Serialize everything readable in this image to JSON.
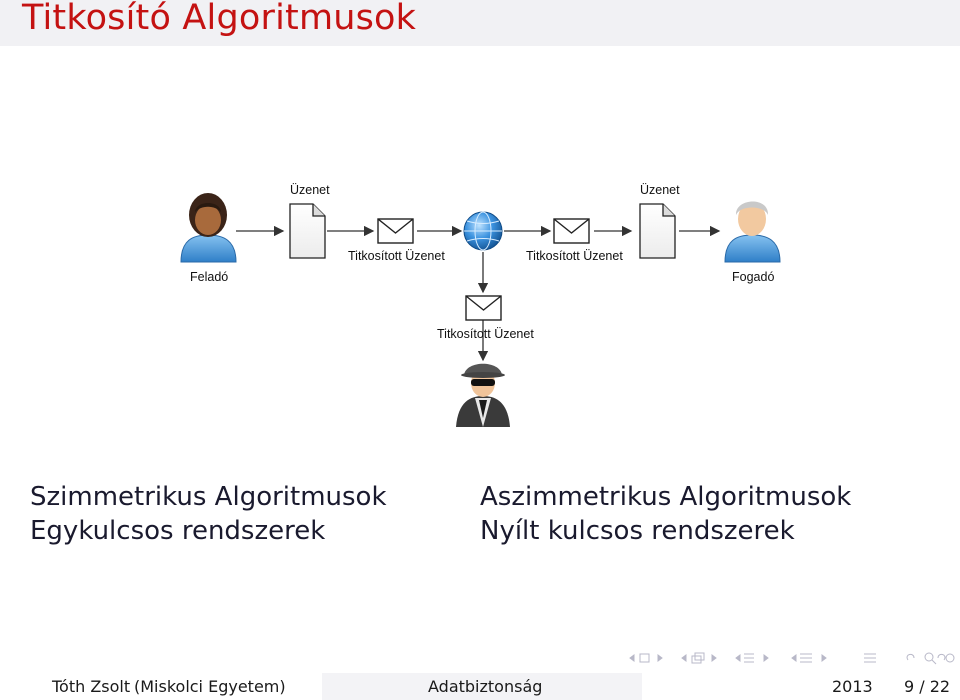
{
  "slide": {
    "title": "Titkosító Algoritmusok"
  },
  "diagram": {
    "sender_label": "Feladó",
    "receiver_label": "Fogadó",
    "message_left_label": "Üzenet",
    "message_right_label": "Üzenet",
    "encrypted_left_label": "Titkosított Üzenet",
    "encrypted_right_label": "Titkosított Üzenet",
    "encrypted_intercepted_label": "Titkosított Üzenet"
  },
  "columns": {
    "left": {
      "line1": "Szimmetrikus Algoritmusok",
      "line2": "Egykulcsos rendszerek"
    },
    "right": {
      "line1": "Aszimmetrikus Algoritmusok",
      "line2": "Nyílt kulcsos rendszerek"
    }
  },
  "footer": {
    "author": "Tóth Zsolt",
    "institution": "(Miskolci Egyetem)",
    "course": "Adatbiztonság",
    "year": "2013",
    "page": "9 / 22"
  },
  "colors": {
    "title": "#c41212",
    "arrow": "#333333",
    "globe": "#2a7fd4"
  }
}
